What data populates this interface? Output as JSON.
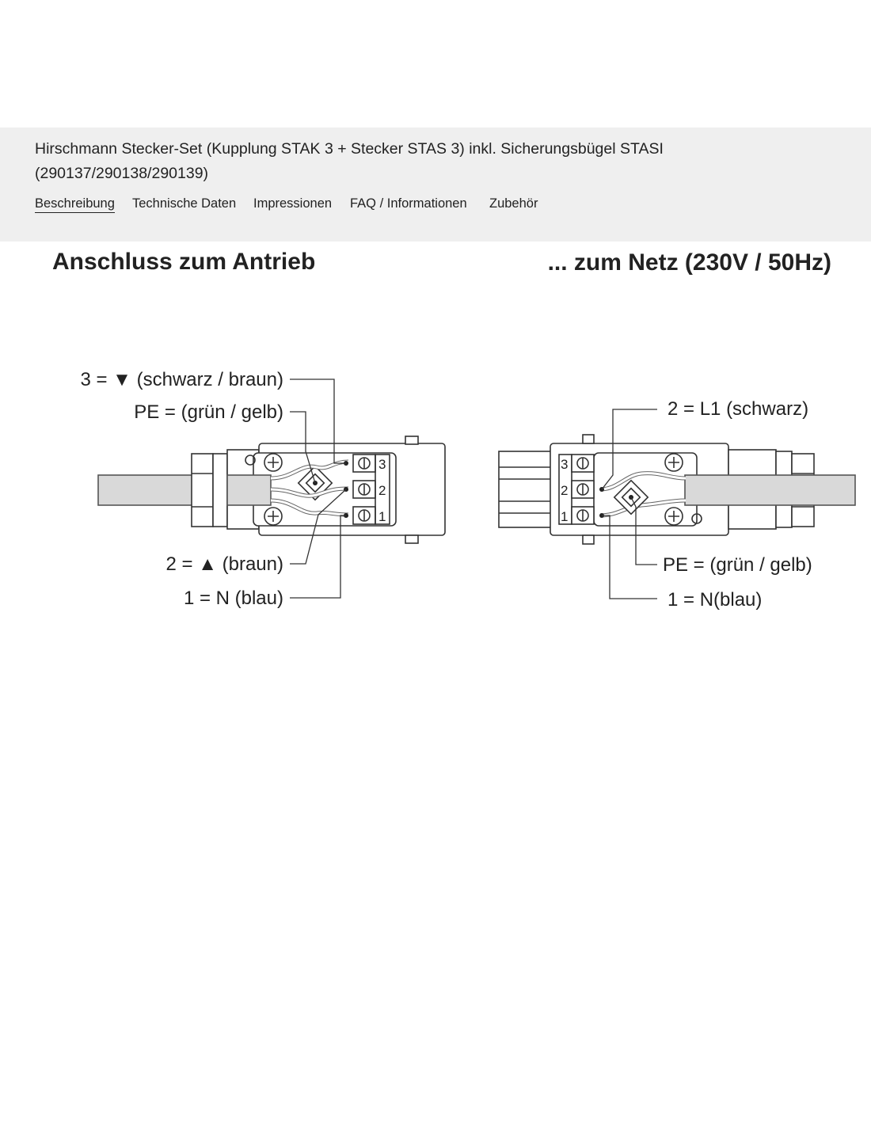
{
  "product": {
    "title": "Hirschmann Stecker-Set (Kupplung STAK 3 + Stecker STAS 3) inkl. Sicherungsbügel STASI (290137/290138/290139)"
  },
  "tabs": [
    {
      "label": "Beschreibung",
      "active": true
    },
    {
      "label": "Technische Daten",
      "active": false
    },
    {
      "label": "Impressionen",
      "active": false
    },
    {
      "label": "FAQ / Informationen",
      "active": false
    },
    {
      "label": "Zubehör",
      "active": false
    }
  ],
  "diagram": {
    "heading_left": "Anschluss zum Antrieb",
    "heading_right": "... zum Netz (230V / 50Hz)",
    "left_labels": [
      "3 = ▼ (schwarz / braun)",
      "PE = (grün / gelb)",
      "2 = ▲ (braun)",
      "1 = N (blau)"
    ],
    "right_labels": [
      "2 = L1 (schwarz)",
      "PE = (grün / gelb)",
      "1 = N(blau)"
    ],
    "terminal_numbers": [
      "3",
      "2",
      "1"
    ]
  }
}
